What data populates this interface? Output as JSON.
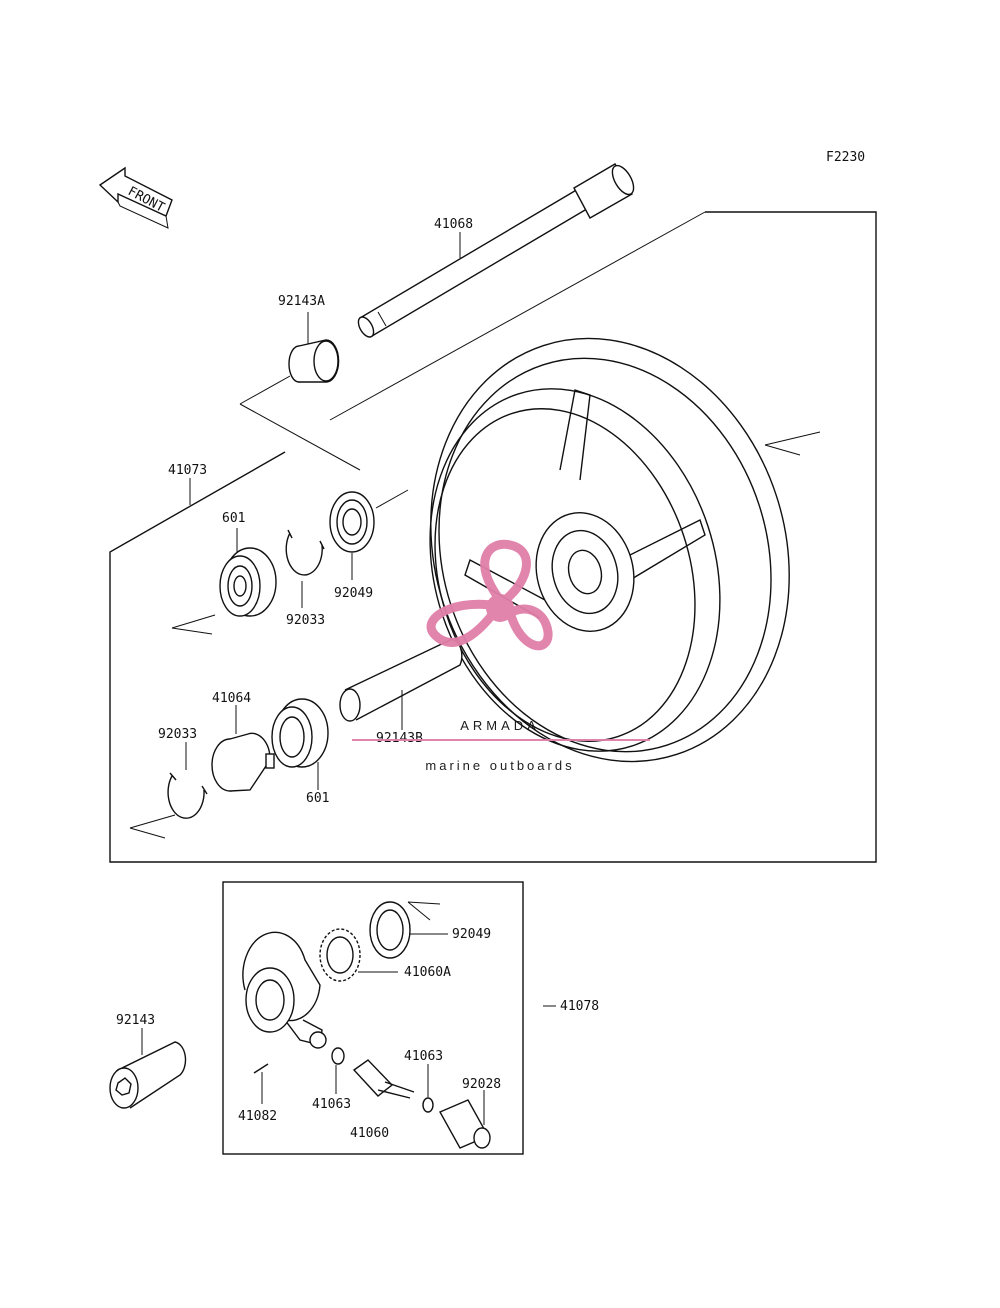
{
  "diagram_code": "F2230",
  "front_label": "FRONT",
  "parts": {
    "p41068": "41068",
    "p92143A": "92143A",
    "p41073": "41073",
    "p601a": "601",
    "p92033a": "92033",
    "p92049a": "92049",
    "p41064": "41064",
    "p92033b": "92033",
    "p92143B": "92143B",
    "p601b": "601",
    "p92049b": "92049",
    "p41060A": "41060A",
    "p41078": "41078",
    "p92143": "92143",
    "p41063a": "41063",
    "p92028": "92028",
    "p41082": "41082",
    "p41063b": "41063",
    "p41060": "41060"
  },
  "watermark": {
    "brand": "ARMADA",
    "tagline": "marine outboards",
    "color": "#e07fa8"
  }
}
